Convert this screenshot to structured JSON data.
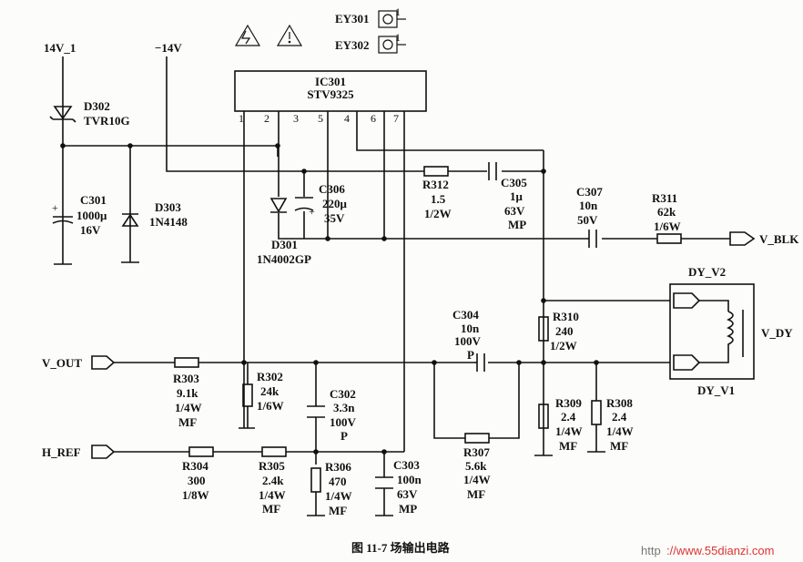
{
  "caption": "图 11-7  场输出电路",
  "watermark": {
    "prefix": "http",
    "site": "://www.55dianzi.com"
  },
  "nets": {
    "supply_pos": "14V_1",
    "supply_neg": "−14V",
    "v_out": "V_OUT",
    "h_ref": "H_REF",
    "v_blk": "V_BLK",
    "v_dy": "V_DY",
    "dy_v1": "DY_V1",
    "dy_v2": "DY_V2"
  },
  "components": {
    "ic301": {
      "name": "IC301",
      "part": "STV9325",
      "pins": [
        "1",
        "2",
        "3",
        "5",
        "4",
        "6",
        "7"
      ]
    },
    "ey301": {
      "ref": "EY301",
      "pin": "1"
    },
    "ey302": {
      "ref": "EY302",
      "pin": "1"
    },
    "d302": {
      "ref": "D302",
      "part": "TVR10G"
    },
    "c301": {
      "ref": "C301",
      "value": "1000μ",
      "voltage": "16V"
    },
    "d303": {
      "ref": "D303",
      "part": "1N4148"
    },
    "d301": {
      "ref": "D301",
      "part": "1N4002GP"
    },
    "c306": {
      "ref": "C306",
      "value": "220μ",
      "voltage": "35V"
    },
    "r312": {
      "ref": "R312",
      "value": "1.5",
      "power": "1/2W"
    },
    "c305": {
      "ref": "C305",
      "value": "1μ",
      "voltage": "63V",
      "type": "MP"
    },
    "c307": {
      "ref": "C307",
      "value": "10n",
      "voltage": "50V"
    },
    "r311": {
      "ref": "R311",
      "value": "62k",
      "power": "1/6W"
    },
    "r310": {
      "ref": "R310",
      "value": "240",
      "power": "1/2W"
    },
    "r309": {
      "ref": "R309",
      "value": "2.4",
      "power": "1/4W",
      "type": "MF"
    },
    "r308": {
      "ref": "R308",
      "value": "2.4",
      "power": "1/4W",
      "type": "MF"
    },
    "c304": {
      "ref": "C304",
      "value": "10n",
      "voltage": "100V",
      "type": "P"
    },
    "r307": {
      "ref": "R307",
      "value": "5.6k",
      "power": "1/4W",
      "type": "MF"
    },
    "r303": {
      "ref": "R303",
      "value": "9.1k",
      "power": "1/4W",
      "type": "MF"
    },
    "r302": {
      "ref": "R302",
      "value": "24k",
      "power": "1/6W"
    },
    "c302": {
      "ref": "C302",
      "value": "3.3n",
      "voltage": "100V",
      "type": "P"
    },
    "r304": {
      "ref": "R304",
      "value": "300",
      "power": "1/8W"
    },
    "r305": {
      "ref": "R305",
      "value": "2.4k",
      "power": "1/4W",
      "type": "MF"
    },
    "r306": {
      "ref": "R306",
      "value": "470",
      "power": "1/4W",
      "type": "MF"
    },
    "c303": {
      "ref": "C303",
      "value": "100n",
      "voltage": "63V",
      "type": "MP"
    }
  }
}
